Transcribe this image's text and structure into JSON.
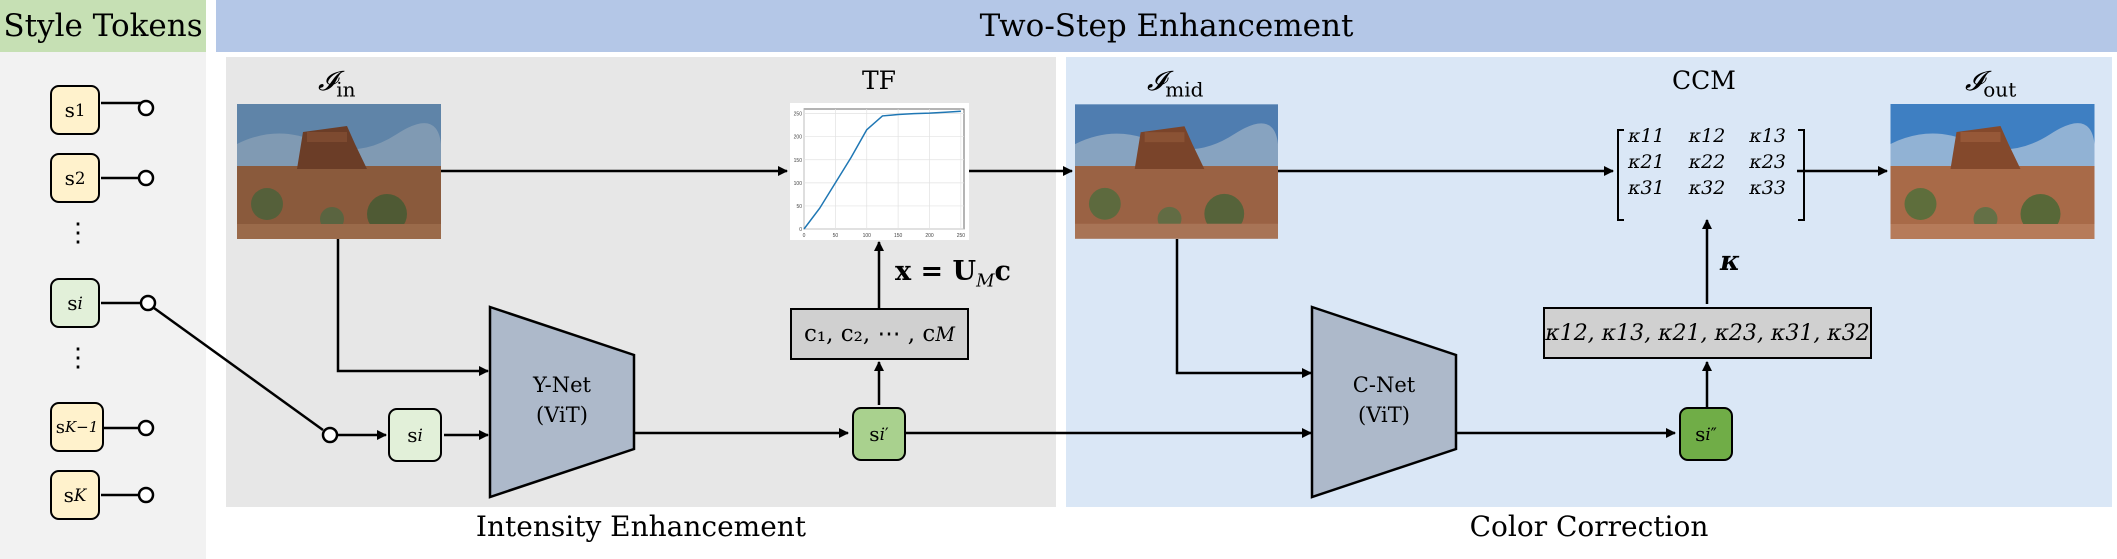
{
  "style_tokens": {
    "title": "Style Tokens",
    "tokens": [
      {
        "base": "s",
        "sub": "1"
      },
      {
        "base": "s",
        "sub": "2"
      },
      {
        "base": "s",
        "sub": "i"
      },
      {
        "base": "s",
        "sub": "K−1"
      },
      {
        "base": "s",
        "sub": "K"
      }
    ],
    "ellipsis": "⋮"
  },
  "main": {
    "title": "Two-Step Enhancement",
    "intensity_section": "Intensity Enhancement",
    "color_section": "Color Correction"
  },
  "images": {
    "input": {
      "base": "𝓘",
      "sub": "in"
    },
    "mid": {
      "base": "𝓘",
      "sub": "mid"
    },
    "output": {
      "base": "𝓘",
      "sub": "out"
    }
  },
  "tf": {
    "label": "TF",
    "plot": {
      "x": [
        0,
        25,
        50,
        75,
        100,
        125,
        150,
        175,
        200,
        225,
        250
      ],
      "y": [
        0,
        45,
        100,
        155,
        215,
        245,
        248,
        250,
        251,
        253,
        255
      ],
      "xlim": [
        0,
        255
      ],
      "ylim": [
        0,
        260
      ],
      "xticks": [
        "0",
        "50",
        "100",
        "150",
        "200",
        "250"
      ],
      "yticks": [
        "0",
        "50",
        "100",
        "150",
        "200",
        "250"
      ]
    }
  },
  "coeffs": {
    "box": "c₁, c₂, ⋯ , c",
    "box_sub": "M",
    "eq": "x = U",
    "eq_sub": "M",
    "eq_end": "c"
  },
  "ynet": {
    "name": "Y-Net",
    "arch": "(ViT)"
  },
  "cnet": {
    "name": "C-Net",
    "arch": "(ViT)"
  },
  "s_i": {
    "base": "s",
    "sub": "i"
  },
  "s_i_prime": {
    "base": "s",
    "sub": "i",
    "sup": "′"
  },
  "s_i_dprime": {
    "base": "s",
    "sub": "i",
    "sup": "″"
  },
  "ccm": {
    "label": "CCM",
    "matrix": [
      [
        "κ11",
        "κ12",
        "κ13"
      ],
      [
        "κ21",
        "κ22",
        "κ23"
      ],
      [
        "κ31",
        "κ32",
        "κ33"
      ]
    ],
    "kappa": "κ",
    "params": "κ12, κ13, κ21, κ23, κ31, κ32"
  }
}
